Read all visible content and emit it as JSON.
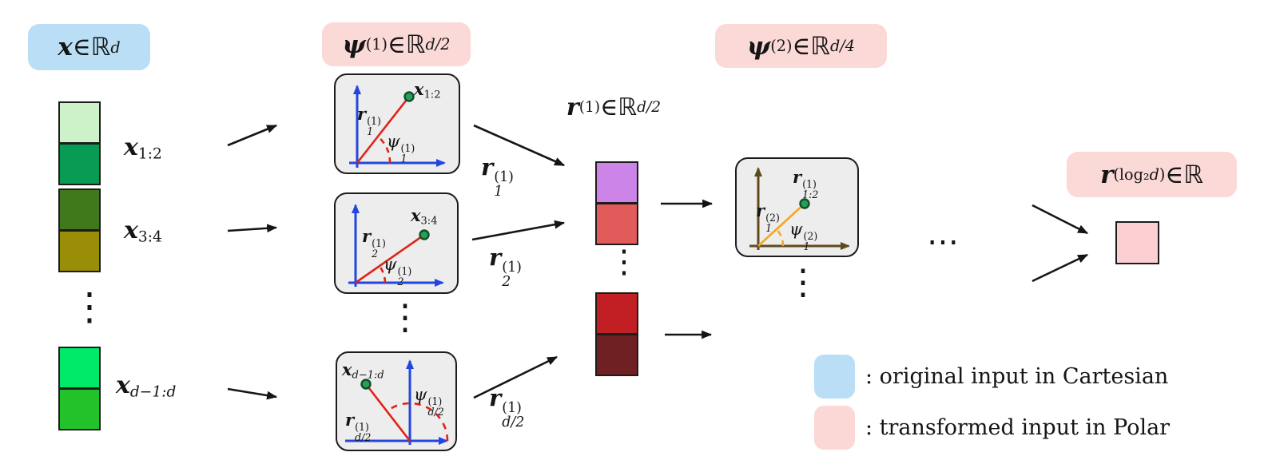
{
  "palette": {
    "ink": "#151515",
    "badge-blue": "#b9def6",
    "badge-pink": "#fbd9d7",
    "panel-fill": "#ededed",
    "panel-border": "#1c1c1c",
    "axis-blue": "#2247e0",
    "axis-brown": "#5e4a1c",
    "ray-red": "#e02318",
    "ray-orange": "#f6a623",
    "point-green": "#23a257",
    "point-border": "#134d2b",
    "final-cell": "#fcd0d2"
  },
  "badges": {
    "x_input": [
      {
        "t": "x",
        "c": "bi"
      },
      {
        "t": " ∈ ",
        "c": "n"
      },
      {
        "t": "ℝ",
        "c": "bb"
      },
      {
        "t": "d",
        "c": "i sup"
      }
    ],
    "psi1": [
      {
        "t": "ψ",
        "c": "bi"
      },
      {
        "t": "(1)",
        "c": "sup"
      },
      {
        "t": " ∈ ",
        "c": "n"
      },
      {
        "t": "ℝ",
        "c": "bb"
      },
      {
        "t": "d/2",
        "c": "i sup"
      }
    ],
    "r1_header": [
      {
        "t": "r",
        "c": "bi"
      },
      {
        "t": "(1)",
        "c": "sup"
      },
      {
        "t": " ∈ ",
        "c": "n"
      },
      {
        "t": "ℝ",
        "c": "bb"
      },
      {
        "t": "d/2",
        "c": "i sup"
      }
    ],
    "psi2": [
      {
        "t": "ψ",
        "c": "bi"
      },
      {
        "t": "(2)",
        "c": "sup"
      },
      {
        "t": " ∈ ",
        "c": "n"
      },
      {
        "t": "ℝ",
        "c": "bb"
      },
      {
        "t": "d/4",
        "c": "i sup"
      }
    ],
    "r_log": [
      {
        "t": "r",
        "c": "bi"
      },
      {
        "t": "(log₂ ",
        "c": "sup"
      },
      {
        "t": "d",
        "c": "i sup"
      },
      {
        "t": ")",
        "c": "sup"
      },
      {
        "t": " ∈ ",
        "c": "n"
      },
      {
        "t": "ℝ",
        "c": "bb"
      }
    ]
  },
  "input_stack": {
    "cells": [
      "#cdf2c9",
      "#089b54",
      "#40791b",
      "#9a8e08",
      "#00ea6a",
      "#22c32a"
    ],
    "label_pair1": [
      {
        "t": "x",
        "c": "bi"
      },
      {
        "t": "1:2",
        "c": "sub"
      }
    ],
    "label_pair2": [
      {
        "t": "x",
        "c": "bi"
      },
      {
        "t": "3:4",
        "c": "sub"
      }
    ],
    "label_pair3": [
      {
        "t": "x",
        "c": "bi"
      },
      {
        "t": "d−1:d",
        "c": "i sub"
      }
    ]
  },
  "r_stack": {
    "cells_top": [
      "#cd84e8",
      "#e25b5b"
    ],
    "cells_bottom": [
      "#c21f25",
      "#6e2023"
    ]
  },
  "panels": {
    "p1": {
      "point": [
        {
          "t": "x",
          "c": "bi"
        },
        {
          "t": "1:2",
          "c": "sub"
        }
      ],
      "radius": [
        {
          "t": "r",
          "c": "bi"
        },
        {
          "sup": "(1)",
          "sub": "1"
        }
      ],
      "angle": [
        {
          "t": "ψ",
          "c": "i"
        },
        {
          "sup": "(1)",
          "sub": "1"
        }
      ]
    },
    "p2": {
      "point": [
        {
          "t": "x",
          "c": "bi"
        },
        {
          "t": "3:4",
          "c": "sub"
        }
      ],
      "radius": [
        {
          "t": "r",
          "c": "bi"
        },
        {
          "sup": "(1)",
          "sub": "2"
        }
      ],
      "angle": [
        {
          "t": "ψ",
          "c": "i"
        },
        {
          "sup": "(1)",
          "sub": "2"
        }
      ]
    },
    "p3": {
      "point": [
        {
          "t": "x",
          "c": "bi"
        },
        {
          "t": "d−1:d",
          "c": "i sub"
        }
      ],
      "radius": [
        {
          "t": "r",
          "c": "bi"
        },
        {
          "sup": "(1)",
          "sub": "d/2"
        }
      ],
      "angle": [
        {
          "t": "ψ",
          "c": "i"
        },
        {
          "sup": "(1)",
          "sub": "d/2"
        }
      ]
    },
    "p4": {
      "point": [
        {
          "t": "r",
          "c": "bi"
        },
        {
          "sup": "(1)",
          "sub": "1:2"
        }
      ],
      "radius": [
        {
          "t": "r",
          "c": "bi"
        },
        {
          "sup": "(2)",
          "sub": "1"
        }
      ],
      "angle": [
        {
          "t": "ψ",
          "c": "i"
        },
        {
          "sup": "(2)",
          "sub": "1"
        }
      ]
    }
  },
  "arrow_labels": {
    "r1": [
      {
        "t": "r",
        "c": "bi"
      },
      {
        "sup": "(1)",
        "sub": "1"
      }
    ],
    "r2": [
      {
        "t": "r",
        "c": "bi"
      },
      {
        "sup": "(1)",
        "sub": "2"
      }
    ],
    "rd2": [
      {
        "t": "r",
        "c": "bi"
      },
      {
        "sup": "(1)",
        "sub": "d/2"
      }
    ]
  },
  "ellipsis": {
    "vertical": "⋮",
    "horizontal": "⋯"
  },
  "legend": {
    "items": [
      {
        "color": "#b9def6",
        "label": ": original input in Cartesian"
      },
      {
        "color": "#fbd8d6",
        "label": ": transformed input in Polar"
      }
    ]
  }
}
